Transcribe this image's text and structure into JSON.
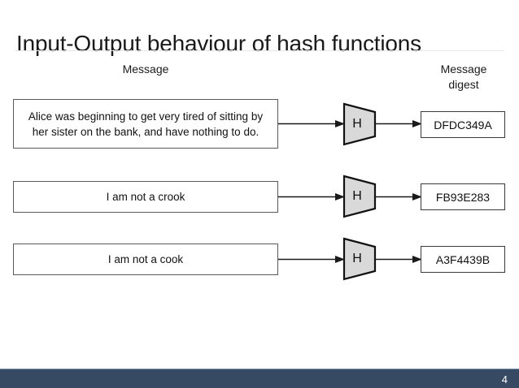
{
  "slide": {
    "title": "Input-Output behaviour of hash functions",
    "page_number": "4",
    "footer_color": "#364b63",
    "hash_shape_fill": "#d9d9d9",
    "box_border_color": "#5a5a5a"
  },
  "columns": {
    "message_header": "Message",
    "digest_header_line1": "Message",
    "digest_header_line2": "digest"
  },
  "rows": [
    {
      "message": "Alice was beginning to get very tired of sitting by her sister on the bank, and have nothing to do.",
      "hash_label": "H",
      "digest": "DFDC349A"
    },
    {
      "message": "I am not a crook",
      "hash_label": "H",
      "digest": "FB93E283"
    },
    {
      "message": "I am not a cook",
      "hash_label": "H",
      "digest": "A3F4439B"
    }
  ]
}
